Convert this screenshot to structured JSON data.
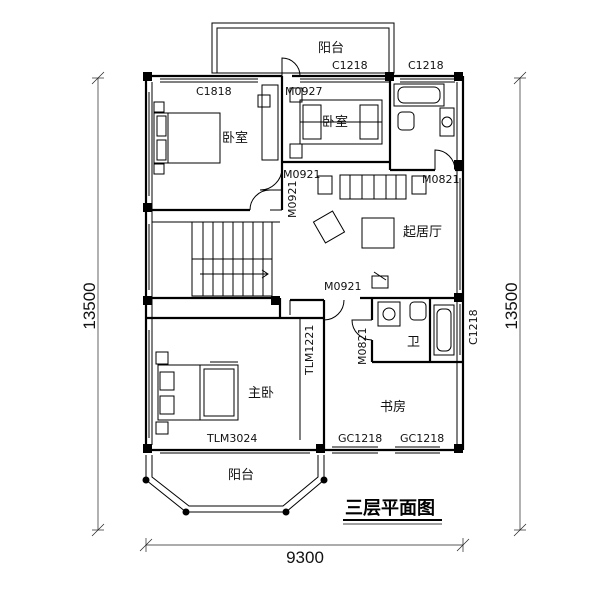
{
  "plan": {
    "title": "三层平面图",
    "width_dim": "9300",
    "height_dim_left": "13500",
    "height_dim_right": "13500"
  },
  "rooms": {
    "balcony_top": "阳台",
    "bedroom_left": "卧室",
    "bedroom_mid": "卧室",
    "living": "起居厅",
    "bath": "卫",
    "master": "主卧",
    "study": "书房",
    "balcony_bottom": "阳台"
  },
  "codes": {
    "c1218_a": "C1218",
    "c1218_b": "C1218",
    "c1818": "C1818",
    "m0927": "M0927",
    "m0921_a": "M0921",
    "m0921_b": "M0921",
    "m0821_a": "M0821",
    "m0921_c": "M0921",
    "m0821_b": "M0821",
    "c1218_right": "C1218",
    "tlm1221": "TLM1221",
    "tlm3024": "TLM3024",
    "gc1218_a": "GC1218",
    "gc1218_b": "GC1218"
  }
}
